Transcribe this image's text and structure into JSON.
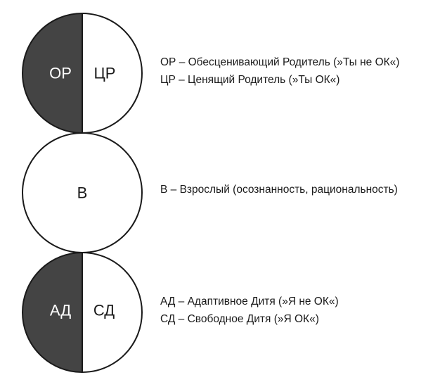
{
  "colors": {
    "dark_fill": "#444444",
    "light_fill": "#ffffff",
    "stroke": "#1a1a1a"
  },
  "diagram": {
    "parent": {
      "left_label": "ОР",
      "right_label": "ЦР",
      "legend": [
        "ОР – Обесценивающий Родитель (»Ты не ОК«)",
        "ЦР – Ценящий Родитель (»Ты ОК«)"
      ]
    },
    "adult": {
      "label": "В",
      "legend": [
        "В – Взрослый (осознанность, рациональность)"
      ]
    },
    "child": {
      "left_label": "АД",
      "right_label": "СД",
      "legend": [
        "АД – Адаптивное Дитя (»Я не ОК«)",
        "СД – Свободное Дитя (»Я ОК«)"
      ]
    }
  }
}
